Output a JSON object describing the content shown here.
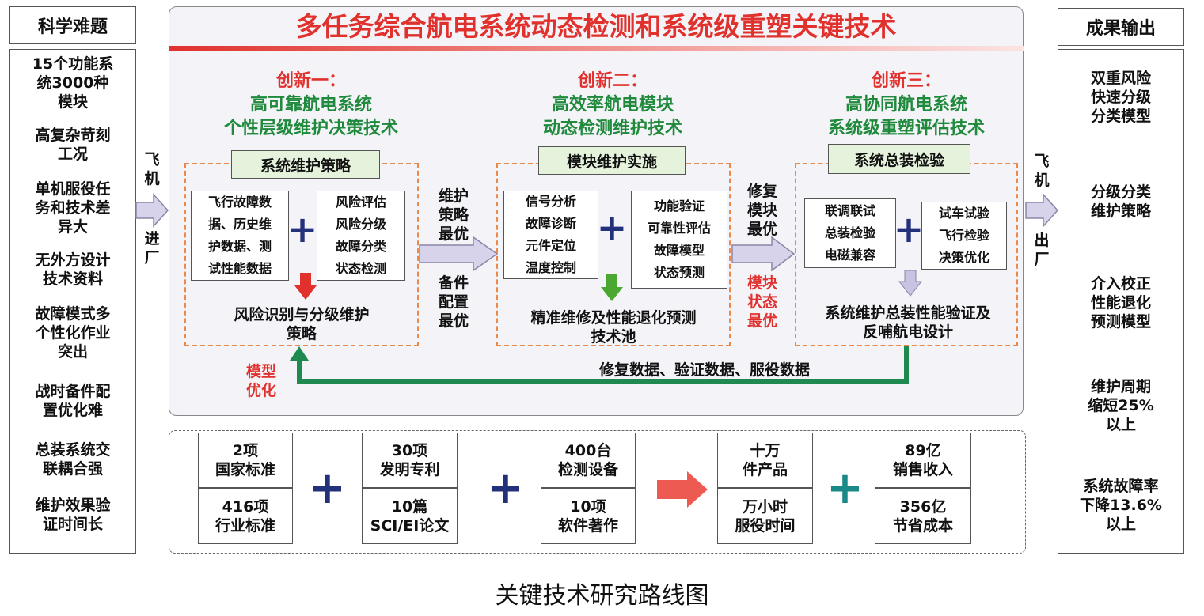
{
  "left": {
    "title": "科学难题",
    "items": [
      "15个功能系\n统3000种\n模块",
      "高复杂苛刻\n工况",
      "单机服役任\n务和技术差\n异大",
      "无外方设计\n技术资料",
      "故障模式多\n个性化作业\n突出",
      "战时备件配\n置优化难",
      "总装系统交\n联耦合强",
      "维护效果验\n证时间长"
    ]
  },
  "right": {
    "title": "成果输出",
    "items": [
      "双重风险\n快速分级\n分类模型",
      "分级分类\n维护策略",
      "介入校正\n性能退化\n预测模型",
      "维护周期\n缩短25%\n以上",
      "系统故障率\n下降13.6%\n以上"
    ]
  },
  "plane_in": {
    "top": "飞机",
    "bottom": "进厂"
  },
  "plane_out": {
    "top": "飞机",
    "bottom": "出厂"
  },
  "main_title": "多任务综合航电系统动态检测和系统级重塑关键技术",
  "innovations": [
    {
      "num": "创新一：",
      "line1": "高可靠航电系统",
      "line2": "个性层级维护决策技术",
      "box_label": "系统维护策略",
      "left_box": "飞行故障数\n据、历史维\n护数据、测\n试性能数据",
      "right_box": "风险评估\n风险分级\n故障分类\n状态检测",
      "result": "风险识别与分级维护\n策略"
    },
    {
      "num": "创新二：",
      "line1": "高效率航电模块",
      "line2": "动态检测维护技术",
      "box_label": "模块维护实施",
      "left_box": "信号分析\n故障诊断\n元件定位\n温度控制",
      "right_box": "功能验证\n可靠性评估\n故障模型\n状态预测",
      "result": "精准维修及性能退化预测\n技术池"
    },
    {
      "num": "创新三：",
      "line1": "高协同航电系统",
      "line2": "系统级重塑评估技术",
      "box_label": "系统总装检验",
      "left_box": "联调联试\n总装检验\n电磁兼容",
      "right_box": "试车试验\n飞行检验\n决策优化",
      "result": "系统维护总装性能验证及\n反哺航电设计"
    }
  ],
  "connectors": {
    "a_top": "维护\n策略\n最优",
    "a_bottom": "备件\n配置\n最优",
    "b_top": "修复\n模块\n最优",
    "b_bottom": "模块\n状态\n最优"
  },
  "feedback": {
    "label": "修复数据、验证数据、服役数据",
    "side": "模型\n优化"
  },
  "plus_sign": "+",
  "outcomes": [
    {
      "top": "2项\n国家标准",
      "bottom": "416项\n行业标准"
    },
    {
      "top": "30项\n发明专利",
      "bottom": "10篇\nSCI/EI论文"
    },
    {
      "top": "400台\n检测设备",
      "bottom": "10项\n软件著作"
    },
    {
      "top": "十万\n件产品",
      "bottom": "万小时\n服役时间"
    },
    {
      "top": "89亿\n销售收入",
      "bottom": "356亿\n节省成本"
    }
  ],
  "caption": "关键技术研究路线图",
  "colors": {
    "red": "#e0312d",
    "green": "#1f8a3c",
    "navy": "#23307a",
    "teal": "#1a8a88",
    "dashed_orange": "#e98a4b"
  }
}
